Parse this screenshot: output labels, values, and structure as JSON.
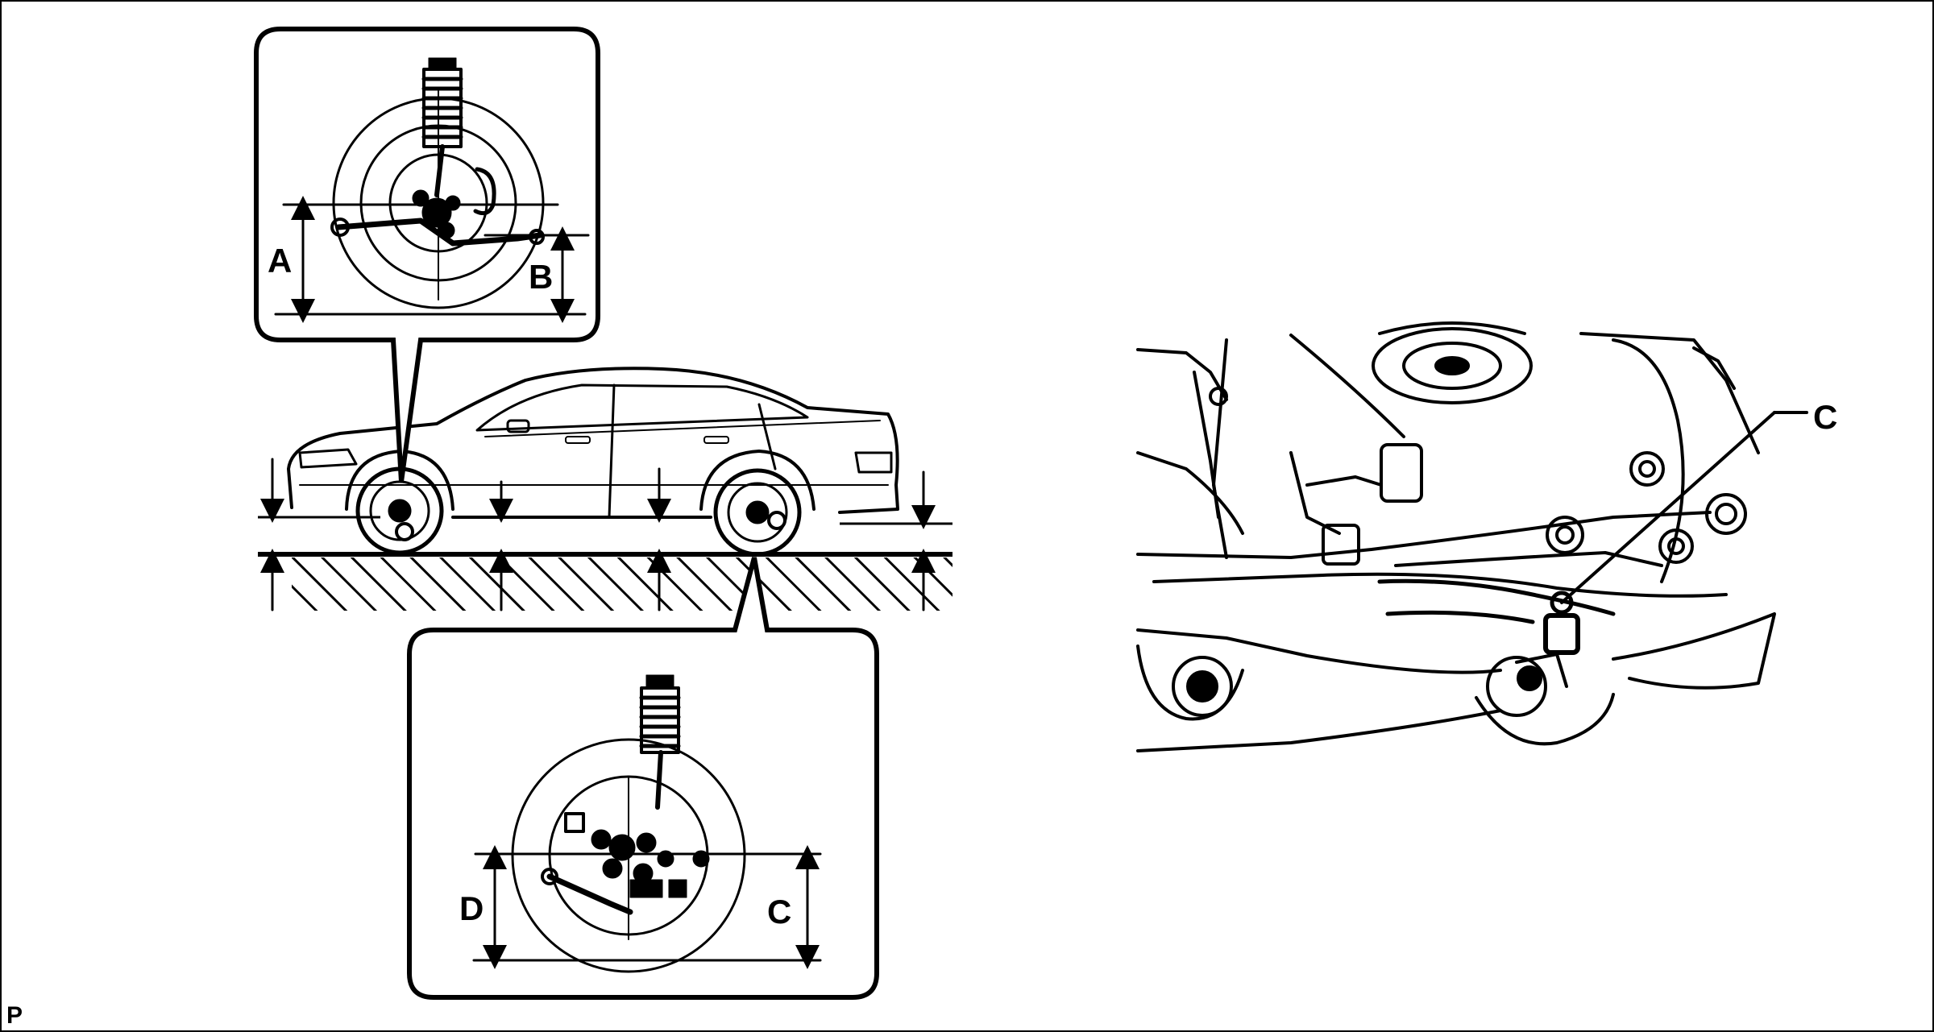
{
  "labels": {
    "front_wheel_low": "A",
    "front_wheel_high": "B",
    "rear_wheel_high": "C",
    "rear_wheel_low": "D",
    "rear_bolt_callout": "C",
    "corner_mark": "P"
  },
  "colors": {
    "ink": "#000000",
    "paper": "#ffffff"
  }
}
